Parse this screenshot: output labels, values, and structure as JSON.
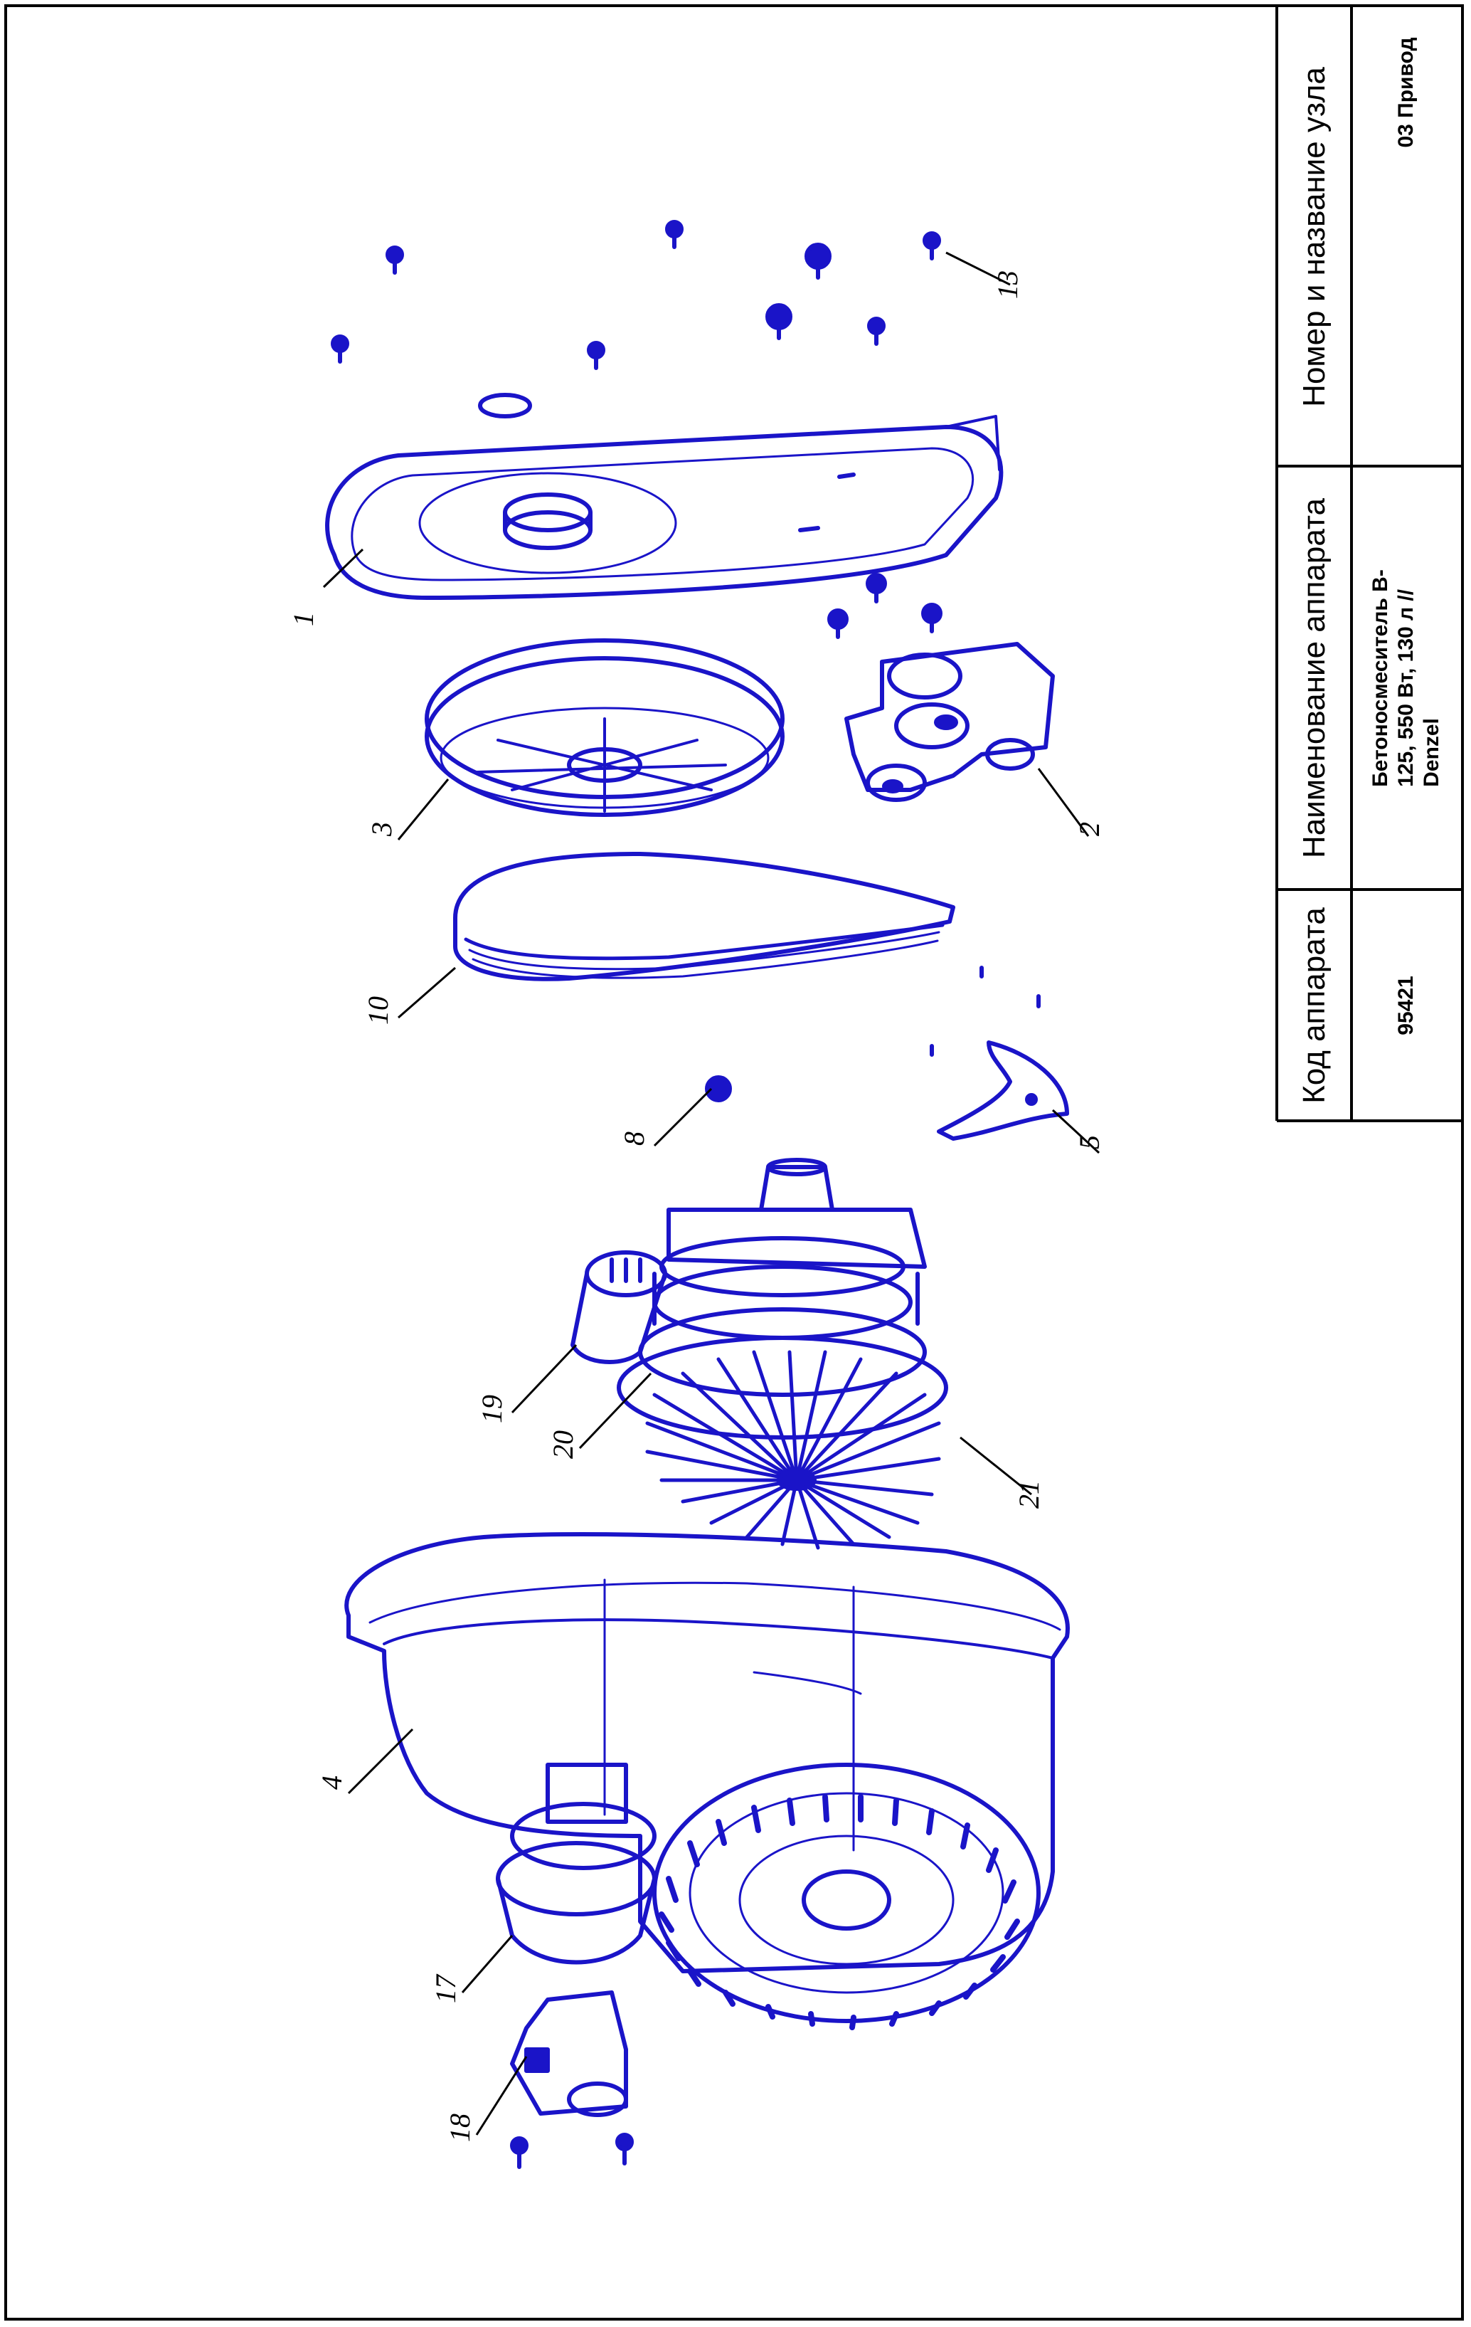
{
  "title_block": {
    "col_code": {
      "header": "Код аппарата",
      "value": "95421"
    },
    "col_name": {
      "header": "Наименование аппарата",
      "value_line1": "Бетоносмеситель B-",
      "value_line2": "125, 550 Вт, 130 л //",
      "value_line3": "Denzel"
    },
    "col_node": {
      "header": "Номер и название узла",
      "value": "03 Привод"
    }
  },
  "part_labels": [
    "1",
    "2",
    "3",
    "4",
    "5",
    "8",
    "10",
    "13",
    "17",
    "18",
    "19",
    "20",
    "21"
  ],
  "colors": {
    "line": "#1a14c8",
    "frame": "#000000",
    "leader": "#000000"
  }
}
